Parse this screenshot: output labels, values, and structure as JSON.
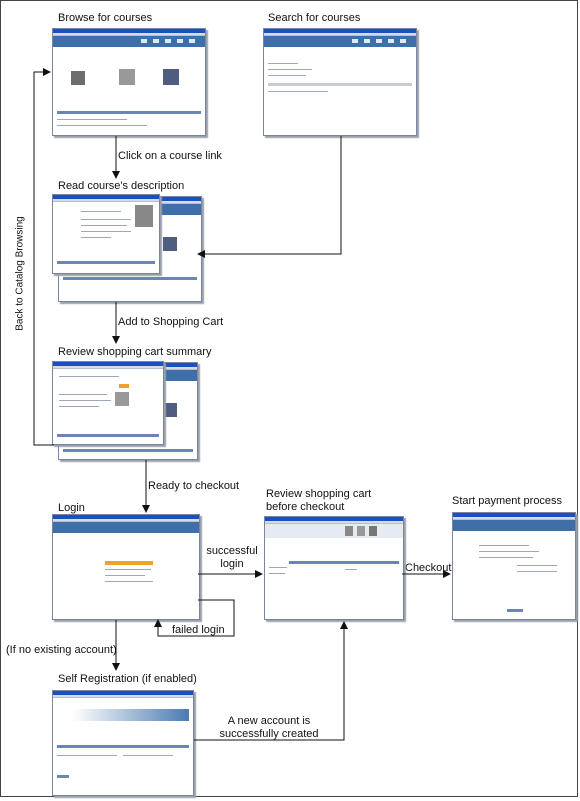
{
  "steps": {
    "browse": "Browse for courses",
    "search": "Search for courses",
    "read": "Read course's description",
    "review_summary": "Review shopping cart summary",
    "login": "Login",
    "review_before_checkout": "Review shopping cart\nbefore checkout",
    "start_payment": "Start payment process",
    "self_registration": "Self Registration (if enabled)"
  },
  "transitions": {
    "click_course_link": "Click on a course link",
    "add_to_cart": "Add to Shopping Cart",
    "ready_to_checkout": "Ready to checkout",
    "successful_login": "successful\nlogin",
    "failed_login": "failed login",
    "checkout": "Checkout",
    "no_existing_account": "(If no existing account)",
    "new_account_created": "A new account is\nsuccessfully created",
    "back_to_catalog": "Back to Catalog Browsing"
  }
}
